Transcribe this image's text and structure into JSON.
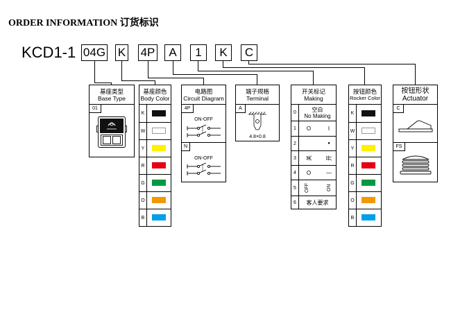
{
  "title": "ORDER INFORMATION 订货标识",
  "code": {
    "prefix": "KCD1-1",
    "segments": [
      "04G",
      "K",
      "4P",
      "A",
      "1",
      "K",
      "C"
    ]
  },
  "base_type": {
    "cn": "基座类型",
    "en": "Base Type",
    "options": [
      {
        "code": "01",
        "icon": "rocker-switch-front-icon"
      }
    ]
  },
  "body_color": {
    "cn": "基座颜色",
    "en": "Body Color",
    "options": [
      {
        "code": "K",
        "color": "#111111"
      },
      {
        "code": "W",
        "color": "#FFFFFF"
      },
      {
        "code": "Y",
        "color": "#FFF100"
      },
      {
        "code": "R",
        "color": "#E60012"
      },
      {
        "code": "G",
        "color": "#009944"
      },
      {
        "code": "O",
        "color": "#F39800"
      },
      {
        "code": "B",
        "color": "#00A0E9"
      }
    ]
  },
  "circuit": {
    "cn": "电路图",
    "en": "Circuit Diagram",
    "options": [
      {
        "code": "4P",
        "label": "ON-OFF",
        "icon": "double-pole-switch-icon"
      },
      {
        "code": "N",
        "label": "ON-OFF",
        "icon": "double-pole-switch-icon"
      }
    ]
  },
  "terminal": {
    "cn": "端子规格",
    "en": "Terminal",
    "options": [
      {
        "code": "A",
        "size": "4.8×0.8",
        "icon": "quick-connect-terminal-icon"
      }
    ]
  },
  "making": {
    "cn": "开关标记",
    "en": "Making",
    "options": [
      {
        "code": "0",
        "cn": "空白",
        "en": "No Making"
      },
      {
        "code": "1",
        "left": "O",
        "right": "I"
      },
      {
        "code": "2",
        "right": "●"
      },
      {
        "code": "3",
        "left": "关",
        "right": "开"
      },
      {
        "code": "4",
        "left": "O",
        "right": "—"
      },
      {
        "code": "5",
        "left": "OFF",
        "right": "ON"
      },
      {
        "code": "6",
        "text": "客人要求"
      }
    ]
  },
  "rocker_color": {
    "cn": "按钮颜色",
    "en": "Rocker Color",
    "options": [
      {
        "code": "K",
        "color": "#111111"
      },
      {
        "code": "W",
        "color": "#FFFFFF"
      },
      {
        "code": "Y",
        "color": "#FFF100"
      },
      {
        "code": "R",
        "color": "#E60012"
      },
      {
        "code": "G",
        "color": "#009944"
      },
      {
        "code": "O",
        "color": "#F39800"
      },
      {
        "code": "B",
        "color": "#00A0E9"
      }
    ]
  },
  "actuator": {
    "cn": "按钮形状",
    "en": "Actuator",
    "options": [
      {
        "code": "C",
        "icon": "rocker-actuator-c-icon"
      },
      {
        "code": "FS",
        "icon": "rocker-actuator-fs-icon"
      }
    ]
  }
}
